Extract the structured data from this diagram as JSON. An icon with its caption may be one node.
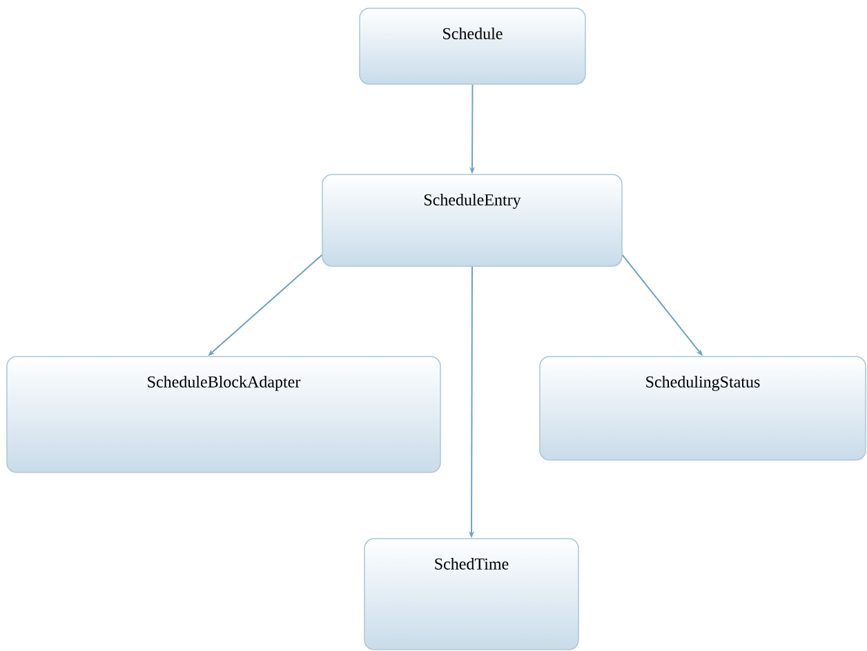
{
  "diagram": {
    "nodes": [
      {
        "text": [
          "Schedule"
        ]
      },
      {
        "text": [
          "ScheduleEntry"
        ]
      },
      {
        "text": [
          "ScheduleBlockAdapter"
        ]
      },
      {
        "text": [
          "SchedulingStatus"
        ]
      },
      {
        "text": [
          "SchedTime"
        ]
      }
    ],
    "edges": [
      {
        "from": 0,
        "to": 1,
        "arrow": "to"
      },
      {
        "from": 1,
        "to": 2,
        "arrow": "to"
      },
      {
        "from": 1,
        "to": 4,
        "arrow": "to"
      },
      {
        "from": 1,
        "to": 3,
        "arrow": "to"
      }
    ]
  }
}
